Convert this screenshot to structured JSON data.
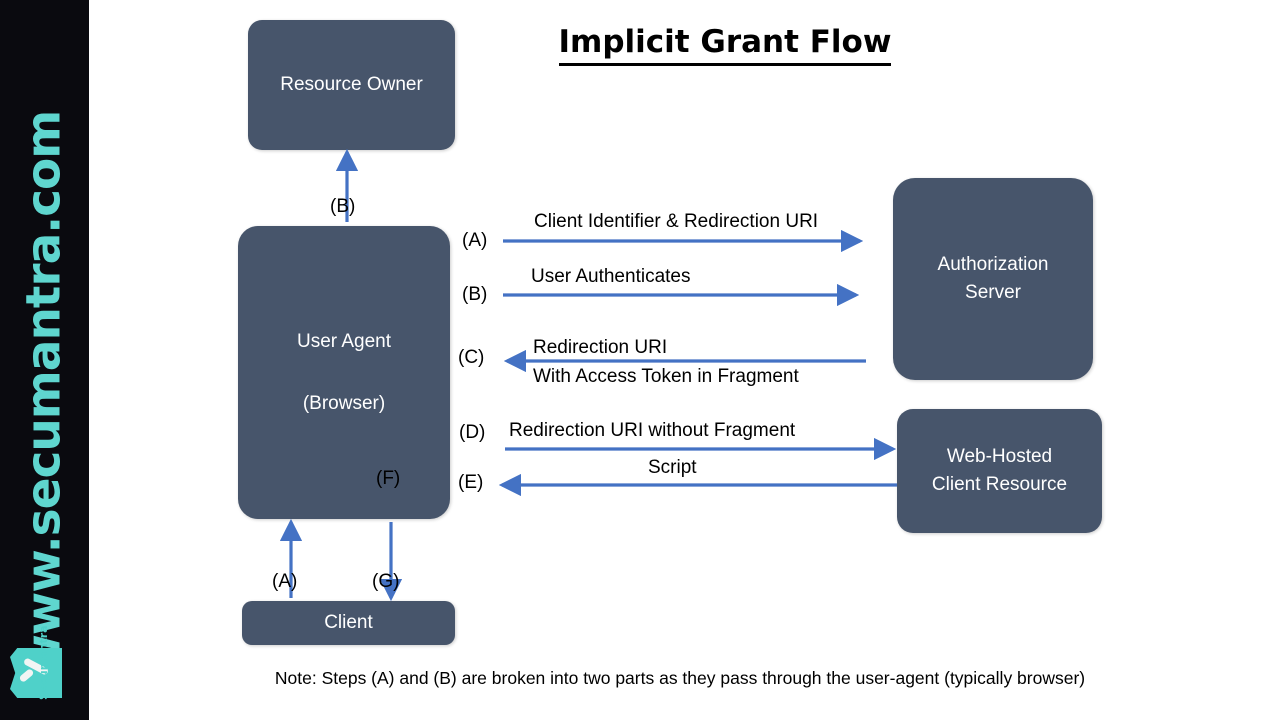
{
  "brand": {
    "url": "www.secumantra.com",
    "logo_text": "Secumantra",
    "accent_color": "#4fd1c9",
    "band_color": "#0a0a0f"
  },
  "title": "Implicit Grant Flow",
  "colors": {
    "node_fill": "#47556b",
    "node_text": "#ffffff",
    "arrow": "#4472c4",
    "text": "#000000"
  },
  "nodes": {
    "resource_owner": {
      "label": "Resource Owner"
    },
    "user_agent": {
      "line1": "User Agent",
      "line2": "(Browser)"
    },
    "client": {
      "label": "Client"
    },
    "auth_server": {
      "line1": "Authorization",
      "line2": "Server"
    },
    "web_client_resource": {
      "line1": "Web-Hosted",
      "line2": "Client Resource"
    }
  },
  "flows": [
    {
      "step": "(A)",
      "label_line1": "Client Identifier & Redirection URI",
      "label_line2": "",
      "direction": "right",
      "from": "user-agent",
      "to": "authorization-server"
    },
    {
      "step": "(B)",
      "label_line1": "User Authenticates",
      "label_line2": "",
      "direction": "right",
      "from": "user-agent",
      "to": "authorization-server"
    },
    {
      "step": "(C)",
      "label_line1": "Redirection URI",
      "label_line2": "With Access Token in Fragment",
      "direction": "left",
      "from": "authorization-server",
      "to": "user-agent"
    },
    {
      "step": "(D)",
      "label_line1": "Redirection URI without Fragment",
      "label_line2": "",
      "direction": "right",
      "from": "user-agent",
      "to": "web-hosted-client-resource"
    },
    {
      "step": "(E)",
      "label_line1": "Script",
      "label_line2": "",
      "direction": "left",
      "from": "web-hosted-client-resource",
      "to": "user-agent"
    }
  ],
  "vertical_steps": {
    "resource_owner_auth": "(B)",
    "client_to_agent": "(A)",
    "agent_to_client": "(G)",
    "agent_internal": "(F)"
  },
  "note": "Note: Steps (A) and (B) are broken into two parts as they pass through the user-agent (typically browser)"
}
